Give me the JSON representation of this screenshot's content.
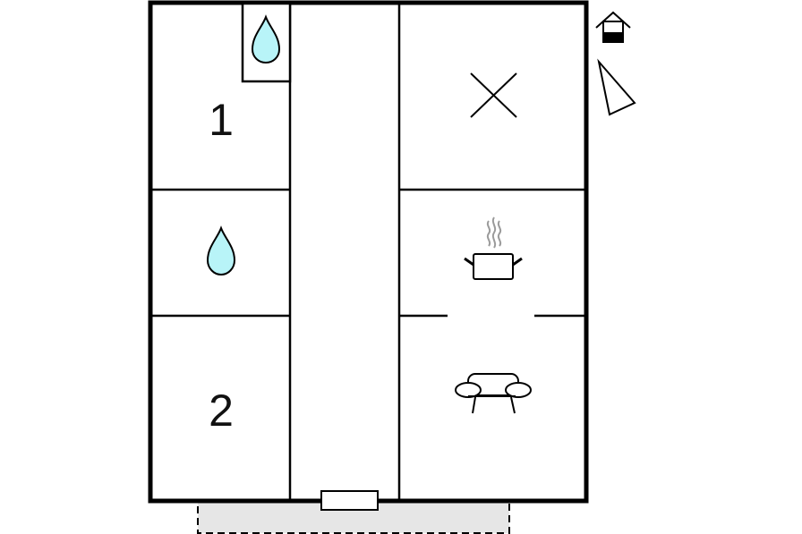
{
  "floor_plan": {
    "rooms": [
      {
        "id": "bedroom-1",
        "label": "1"
      },
      {
        "id": "bedroom-2",
        "label": "2"
      }
    ],
    "icons": {
      "bathroom_upper": "water-drop-icon",
      "bathroom_middle": "water-drop-icon",
      "storage_room": "cross-icon",
      "kitchen": "cooking-pot-icon",
      "living_room": "sofa-icon",
      "legend_building": "house-icon",
      "legend_orientation": "compass-triangle-icon",
      "entrance": "door-step"
    },
    "colors": {
      "wall": "#000000",
      "water": "#b8f4f8",
      "terrace": "#e6e6e6",
      "steam": "#9a9a9a"
    }
  }
}
